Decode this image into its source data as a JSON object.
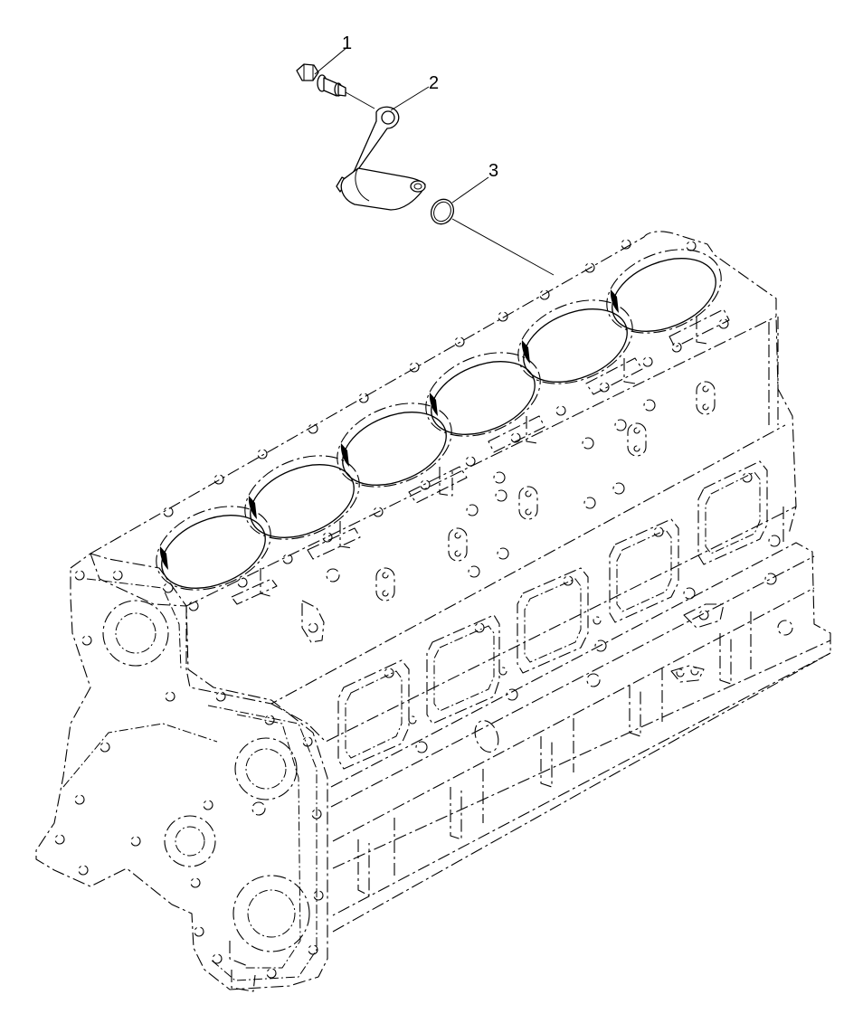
{
  "diagram": {
    "callouts": [
      {
        "id": 1,
        "label": "1",
        "part": "bolt"
      },
      {
        "id": 2,
        "label": "2",
        "part": "bracket-tube"
      },
      {
        "id": 3,
        "label": "3",
        "part": "o-ring"
      }
    ],
    "colors": {
      "line": "#000000",
      "background": "#ffffff"
    }
  }
}
